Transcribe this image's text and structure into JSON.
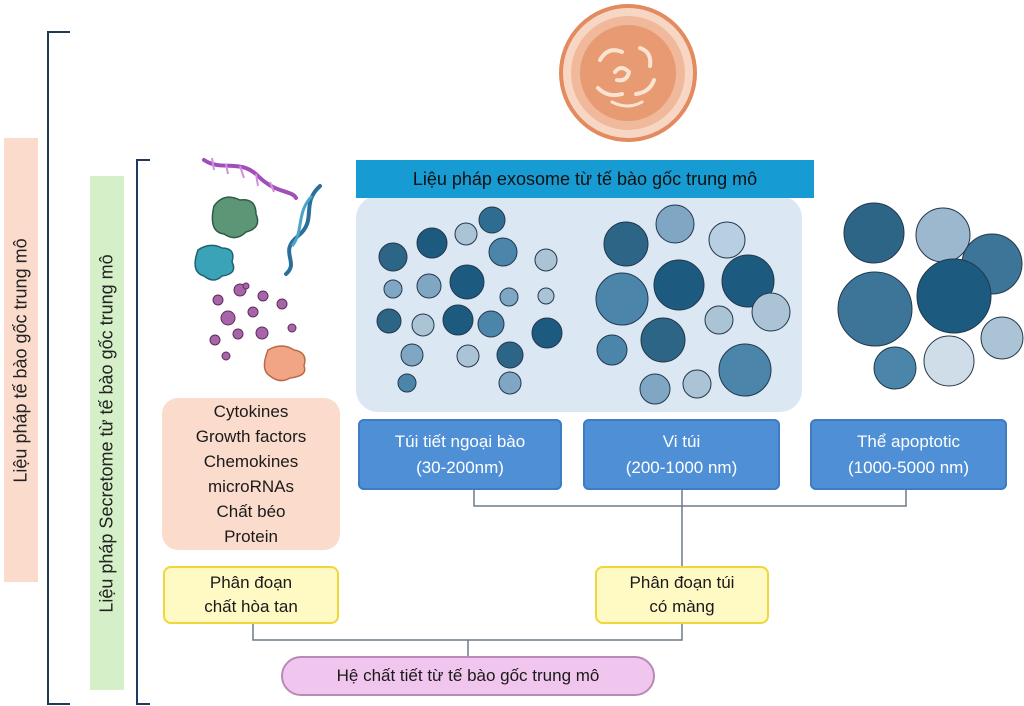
{
  "labels": {
    "msc_therapy": "Liệu pháp tế bào gốc trung mô",
    "secretome_therapy": "Liệu pháp Secretome từ tế bào gốc trung mô",
    "exosome_therapy": "Liệu pháp exosome từ tế bào gốc trung mô"
  },
  "components": [
    "Cytokines",
    "Growth factors",
    "Chemokines",
    "microRNAs",
    "Chất béo",
    "Protein"
  ],
  "vesicle_types": [
    {
      "name": "Túi tiết ngoại bào",
      "size": "(30-200nm)"
    },
    {
      "name": "Vi túi",
      "size": "(200-1000 nm)"
    },
    {
      "name": "Thể apoptotic",
      "size": "(1000-5000 nm)"
    }
  ],
  "fractions": {
    "soluble": [
      "Phân đoạn",
      "chất hòa tan"
    ],
    "vesicular": [
      "Phân đoạn túi",
      "có màng"
    ]
  },
  "secretome": "Hệ chất tiết từ tế bào gốc trung mô",
  "colors": {
    "banner": "#179bd3",
    "vesicle_box": "#4f8fd6",
    "components_bg": "#fbdccc",
    "fraction_bg": "#fff9c4",
    "secretome_bg": "#f0c6ee",
    "msc_label_bg": "#fbdccc",
    "secretome_label_bg": "#d5f0c8",
    "cell": "#e8946b"
  }
}
